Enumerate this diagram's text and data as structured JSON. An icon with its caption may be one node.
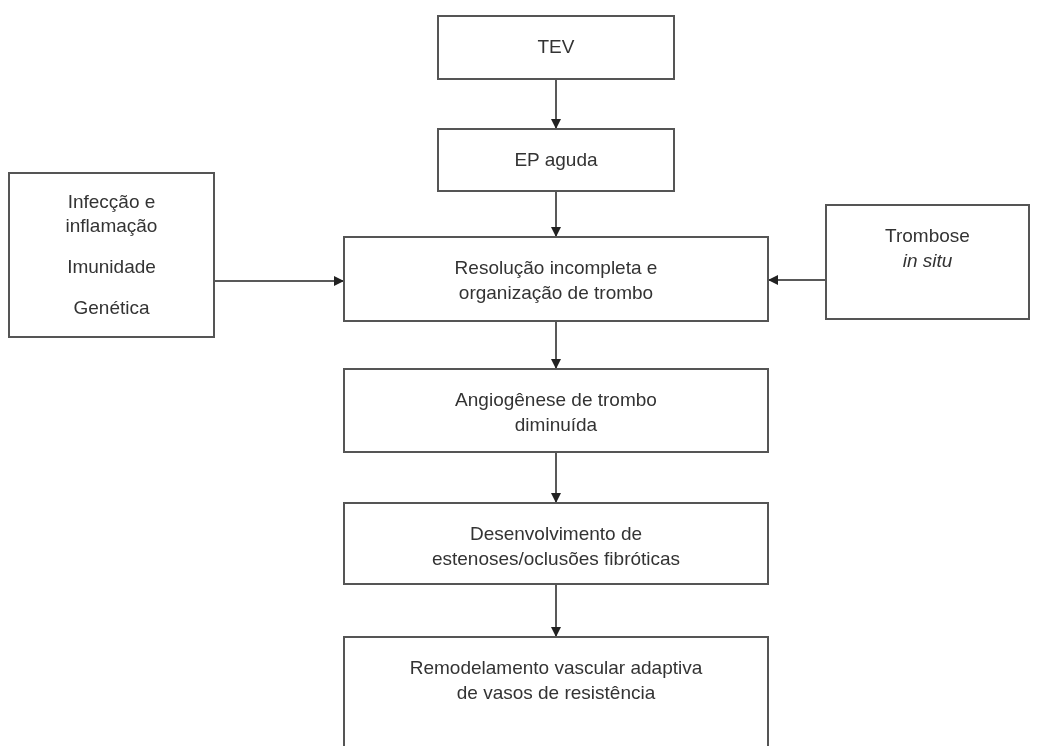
{
  "diagram": {
    "nodes": [
      {
        "text": [
          "TEV"
        ]
      },
      {
        "text": [
          "EP aguda"
        ]
      },
      {
        "text": [
          "Infecção e inflamação",
          "Imunidade",
          "Genética"
        ]
      },
      {
        "text": [
          "Resolução incompleta e organização de trombo"
        ]
      },
      {
        "text": [
          "Trombose *in situ*"
        ]
      },
      {
        "text": [
          "Angiogênese de trombo diminuída"
        ]
      },
      {
        "text": [
          "Desenvolvimento de estenoses/oclusões fibróticas"
        ]
      },
      {
        "text": [
          "Remodelamento vascular adaptiva de vasos de resistência"
        ]
      }
    ],
    "edges": [
      {
        "from": 0,
        "to": 1,
        "arrow": "to"
      },
      {
        "from": 1,
        "to": 3,
        "arrow": "to"
      },
      {
        "from": 2,
        "to": 3,
        "arrow": "to"
      },
      {
        "from": 4,
        "to": 3,
        "arrow": "to"
      },
      {
        "from": 3,
        "to": 5,
        "arrow": "to"
      },
      {
        "from": 5,
        "to": 6,
        "arrow": "to"
      },
      {
        "from": 6,
        "to": 7,
        "arrow": "to"
      }
    ]
  }
}
